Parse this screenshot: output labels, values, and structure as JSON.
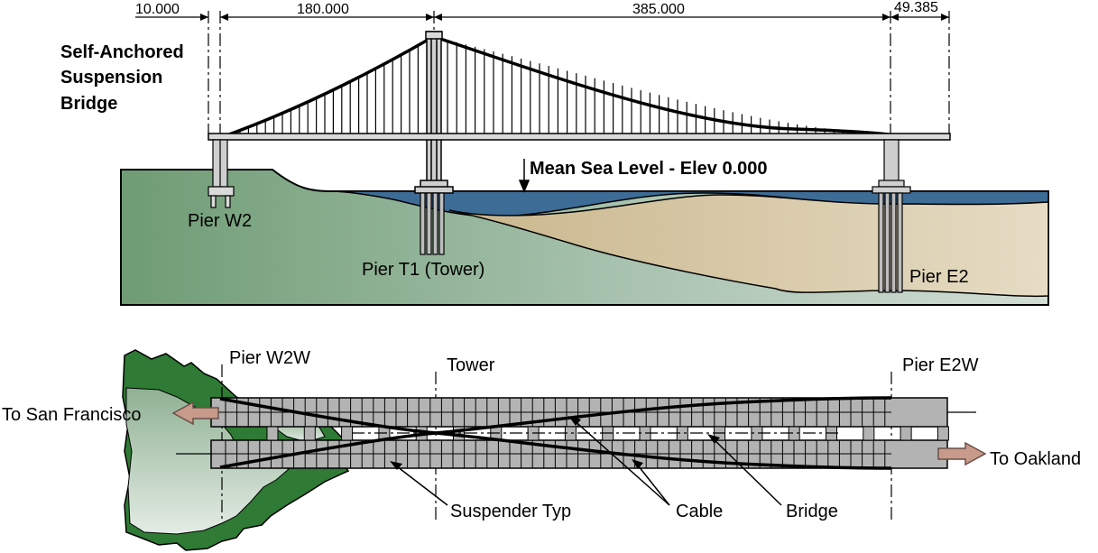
{
  "title_lines": [
    "Self-Anchored",
    "Suspension",
    "Bridge"
  ],
  "dimensions": [
    "10.000",
    "180.000",
    "385.000",
    "49.385"
  ],
  "sea_level_label": "Mean Sea Level - Elev 0.000",
  "elevation_labels": {
    "pier_w2": "Pier W2",
    "pier_t1": "Pier T1 (Tower)",
    "pier_e2": "Pier E2"
  },
  "plan_labels": {
    "pier_w2w": "Pier W2W",
    "tower": "Tower",
    "pier_e2w": "Pier E2W",
    "to_sf": "To San Francisco",
    "to_oakland": "To Oakland",
    "suspender": "Suspender Typ",
    "cable": "Cable",
    "bridge": "Bridge"
  },
  "colors": {
    "land_green": "#7aa37f",
    "water_blue": "#3d6c96",
    "sand": "#d4c39d",
    "deck_gray": "#b3b3b3",
    "island_green": "#2f7a34",
    "arrow_fill": "#c89a8c"
  }
}
